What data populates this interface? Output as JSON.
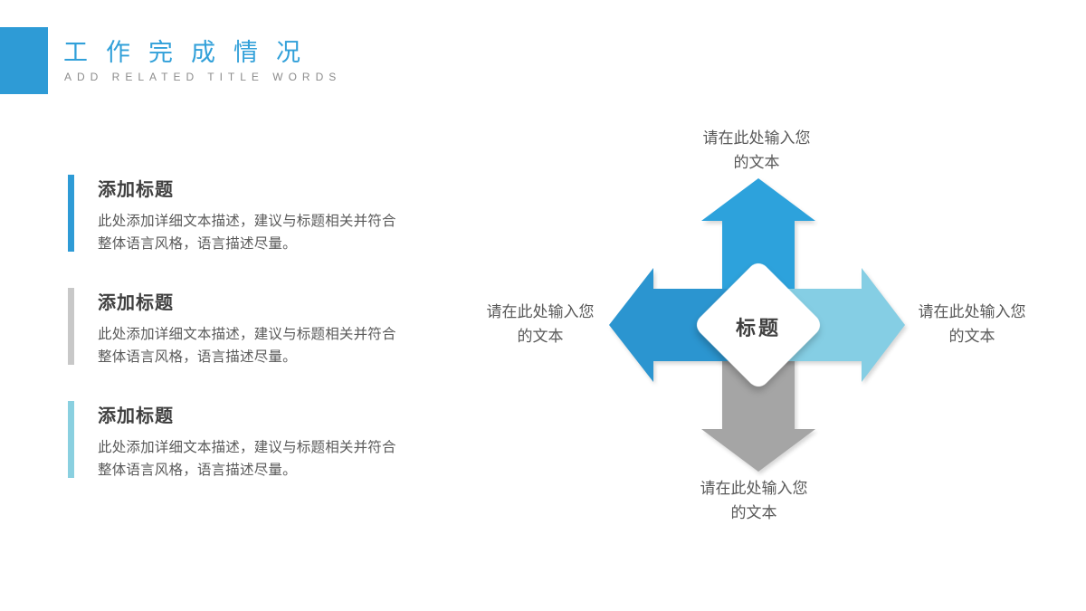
{
  "slide": {
    "header": {
      "accent_square_color": "#2E9BD6",
      "title": "工作完成情况",
      "title_color": "#31A0D9",
      "subtitle": "ADD RELATED TITLE WORDS",
      "subtitle_color": "#8C8C8C"
    },
    "sections": [
      {
        "title": "添加标题",
        "desc": "此处添加详细文本描述，建议与标题相关并符合整体语言风格，语言描述尽量。",
        "accent": "#2E9BD6"
      },
      {
        "title": "添加标题",
        "desc": "此处添加详细文本描述，建议与标题相关并符合整体语言风格，语言描述尽量。",
        "accent": "#C8C8C8"
      },
      {
        "title": "添加标题",
        "desc": "此处添加详细文本描述，建议与标题相关并符合整体语言风格，语言描述尽量。",
        "accent": "#8AD0E0"
      }
    ],
    "diagram": {
      "center_label": "标题",
      "diamond_color": "#FFFFFF",
      "arrows": {
        "up": {
          "color": "#2DA2DC",
          "label_line1": "请在此处输入您",
          "label_line2": "的文本"
        },
        "left": {
          "color": "#2B95D0",
          "label_line1": "请在此处输入您",
          "label_line2": "的文本"
        },
        "right": {
          "color": "#85CEE4",
          "label_line1": "请在此处输入您",
          "label_line2": "的文本"
        },
        "down": {
          "color": "#A5A5A5",
          "label_line1": "请在此处输入您",
          "label_line2": "的文本"
        }
      }
    }
  }
}
